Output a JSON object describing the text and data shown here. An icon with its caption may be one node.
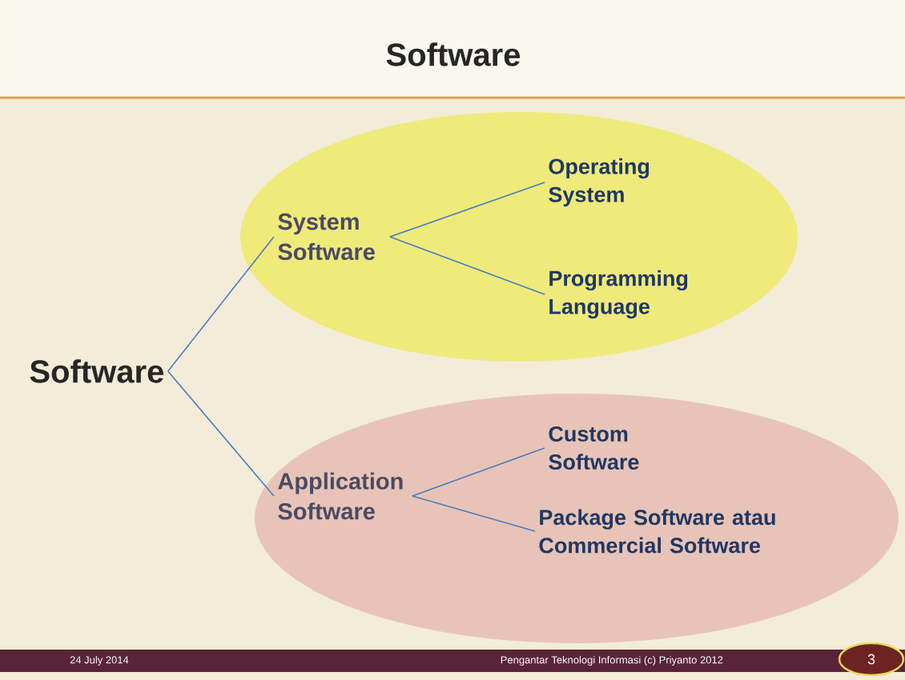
{
  "diagram": {
    "title": "Software",
    "nodes": [
      {
        "text": [
          "Software"
        ]
      },
      {
        "text": [],
        "shape": "ellipse"
      },
      {
        "text": [
          "System Software"
        ],
        "in": 1
      },
      {
        "text": [
          "Operating System"
        ],
        "in": 1
      },
      {
        "text": [
          "Programming Language"
        ],
        "in": 1
      },
      {
        "text": [],
        "shape": "ellipse"
      },
      {
        "text": [
          "Application Software"
        ],
        "in": 5
      },
      {
        "text": [
          "Custom Software"
        ],
        "in": 5
      },
      {
        "text": [
          "Package Software atau Commercial Software"
        ],
        "in": 5
      }
    ],
    "edges": [
      {
        "from": 0,
        "to": 2,
        "arrow": "none"
      },
      {
        "from": 0,
        "to": 6,
        "arrow": "none"
      },
      {
        "from": 2,
        "to": 3,
        "arrow": "none"
      },
      {
        "from": 2,
        "to": 4,
        "arrow": "none"
      },
      {
        "from": 6,
        "to": 7,
        "arrow": "none"
      },
      {
        "from": 6,
        "to": 8,
        "arrow": "none"
      }
    ],
    "labels": [
      "24 July 2014",
      "Pengantar Teknologi Informasi (c) Priyanto 2012",
      "3"
    ]
  }
}
